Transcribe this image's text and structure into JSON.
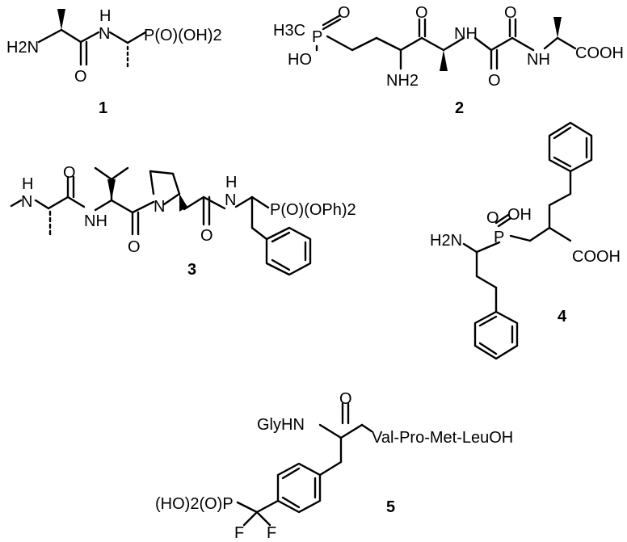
{
  "compounds": [
    {
      "number": "1",
      "labels": {
        "amine": "H2N",
        "amide_nh": "N",
        "amide_h": "H",
        "phosphonate": "P(O)(OH)2",
        "carbonyl_o": "O"
      }
    },
    {
      "number": "2",
      "labels": {
        "methyl": "H3C",
        "p": "P",
        "p_oxo": "O",
        "p_hydroxy": "HO",
        "amine": "NH2",
        "ketone_o": "O",
        "amide1_nh": "NH",
        "oxalyl_o1": "O",
        "oxalyl_o2": "O",
        "amide2_nh": "NH",
        "acid": "COOH"
      }
    },
    {
      "number": "3",
      "labels": {
        "methylamine_n": "N",
        "methylamine_h": "H",
        "amide1_o": "O",
        "amide1_nh": "NH",
        "val_o": "O",
        "pro_n": "N",
        "amide2_h": "H",
        "amide2_n": "N",
        "pro_o": "O",
        "phosphonate": "P(O)(OPh)2"
      }
    },
    {
      "number": "4",
      "labels": {
        "amine": "H2N",
        "p": "P",
        "p_oxo": "O",
        "p_hydroxy": "OH",
        "acid": "COOH"
      }
    },
    {
      "number": "5",
      "labels": {
        "glyhn": "GlyHN",
        "carbonyl_o": "O",
        "peptide": "Val-Pro-Met-LeuOH",
        "phosphonate": "(HO)2(O)P",
        "f1": "F",
        "f2": "F"
      }
    }
  ]
}
